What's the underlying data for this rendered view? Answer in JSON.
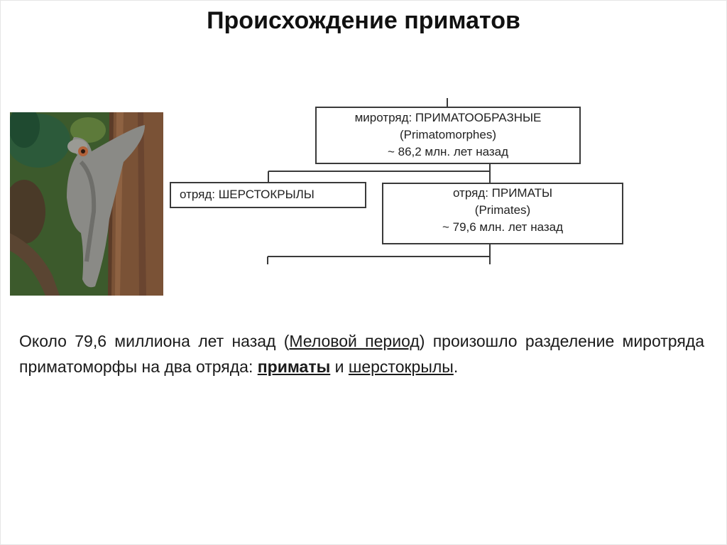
{
  "slide": {
    "title": "Происхождение приматов"
  },
  "photo": {
    "subject": "colugo-on-tree-photo"
  },
  "diagram": {
    "mirotryad": {
      "line1": "миротряд: ПРИМАТООБРАЗНЫЕ",
      "line2": "(Primatomorphes)",
      "line3": "~ 86,2 млн. лет назад"
    },
    "sherstokryly": {
      "line1": "отряд: ШЕРСТОКРЫЛЫ"
    },
    "primates": {
      "line1": "отряд: ПРИМАТЫ",
      "line2": "(Primates)",
      "line3": "~ 79,6 млн. лет назад"
    }
  },
  "paragraph": {
    "part1": "Около 79,6 миллиона лет назад (",
    "link_period": "Меловой период",
    "part2": ") произошло разделение миротряда приматоморфы на два отряда: ",
    "link_primates": "приматы",
    "part3": " и ",
    "link_sherst": "шерстокрылы",
    "part4": "."
  },
  "colors": {
    "box_border": "#3a3a3a",
    "text": "#1a1a1a"
  }
}
